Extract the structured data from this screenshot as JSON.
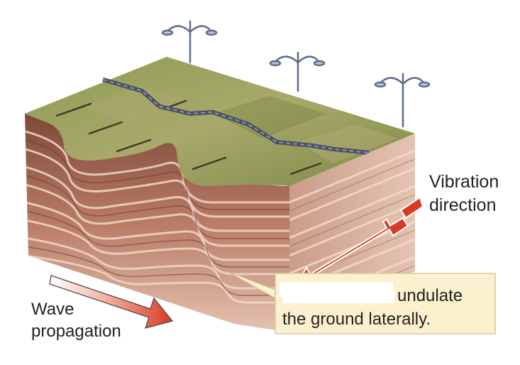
{
  "labels": {
    "vibration_line1": "Vibration",
    "vibration_line2": "direction",
    "wave_line1": "Wave",
    "wave_line2": "propagation",
    "callout_line1": "undulate",
    "callout_line2": "the ground laterally."
  },
  "colors": {
    "arrow_red": "#d93a22",
    "grass": "#9aa35c",
    "soil_dark": "#8a4f3a",
    "soil_light": "#e6c2ae",
    "callout_bg": "#fbf1cf"
  }
}
